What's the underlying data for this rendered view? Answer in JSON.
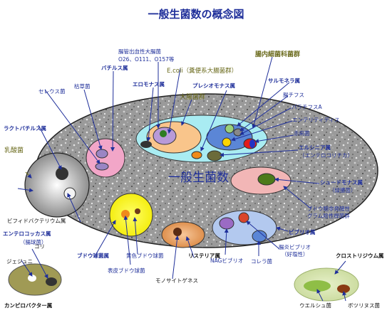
{
  "title": "一般生菌数の概念図",
  "main_label": "一般生菌数",
  "colors": {
    "title": "#1f2f9a",
    "blue_label": "#1f2f9a",
    "olive_label": "#6b6b1d",
    "group_label": "#5a4a12"
  },
  "labels": {
    "intestinal_bacteria": "腸内細菌科菌群",
    "ehec": "腸管出血性大腸菌",
    "ehec_serotypes": "O26、O111、O157等",
    "ecoli": "E.coli（糞便系大腸菌群）",
    "coliform": "大腸菌群",
    "plesiomonas": "プレシオモナス属",
    "salmonella": "サルモネラ属",
    "typhoid": "腸チフス",
    "paratyphoid": "パラチフスA",
    "enteritidis": "エンテリティディス",
    "dysentery": "赤痢菌",
    "erwinia": "エルシニア属",
    "enterocolitica": "（エンテロコリチカ）",
    "pseudomonas": "シュードモナス属",
    "pseudomonas_sub": "（緑膿菌）",
    "nonfermenting": "ブドウ糖非発酵性",
    "gram_negative": "グラム陰性桿菌群",
    "vibrio": "ビブリオ属",
    "parahaemolyticus": "腸炎ビブリオ",
    "halophilic": "（好塩性）",
    "nag_vibrio": "NAGビブリオ",
    "cholera": "コレラ菌",
    "clostridium": "クロストリジウム属",
    "welchii": "ウエルシュ菌",
    "botulinum": "ボツリヌス菌",
    "bacillus": "バチルス属",
    "hay_bacillus": "枯草菌",
    "cereus": "セレウス菌",
    "aeromonas": "エロモナス属",
    "lactobacillus": "ラクトバチルス属",
    "lactic_acid": "乳酸菌",
    "bifidobacterium": "ビフィドバクテリウム属",
    "enterococcus": "エンテロコッカス属",
    "enterococcus_sub": "（腸球菌）",
    "staphylococcus": "ブドウ球菌属",
    "aureus": "黄色ブドウ球菌",
    "epidermidis": "表皮ブドウ球菌",
    "listeria": "リステリア属",
    "monocytogenes": "モノサイトゲネス",
    "campylobacter": "カンピロバクター属",
    "jejuni": "ジェジュニ",
    "coli": "コリ"
  }
}
